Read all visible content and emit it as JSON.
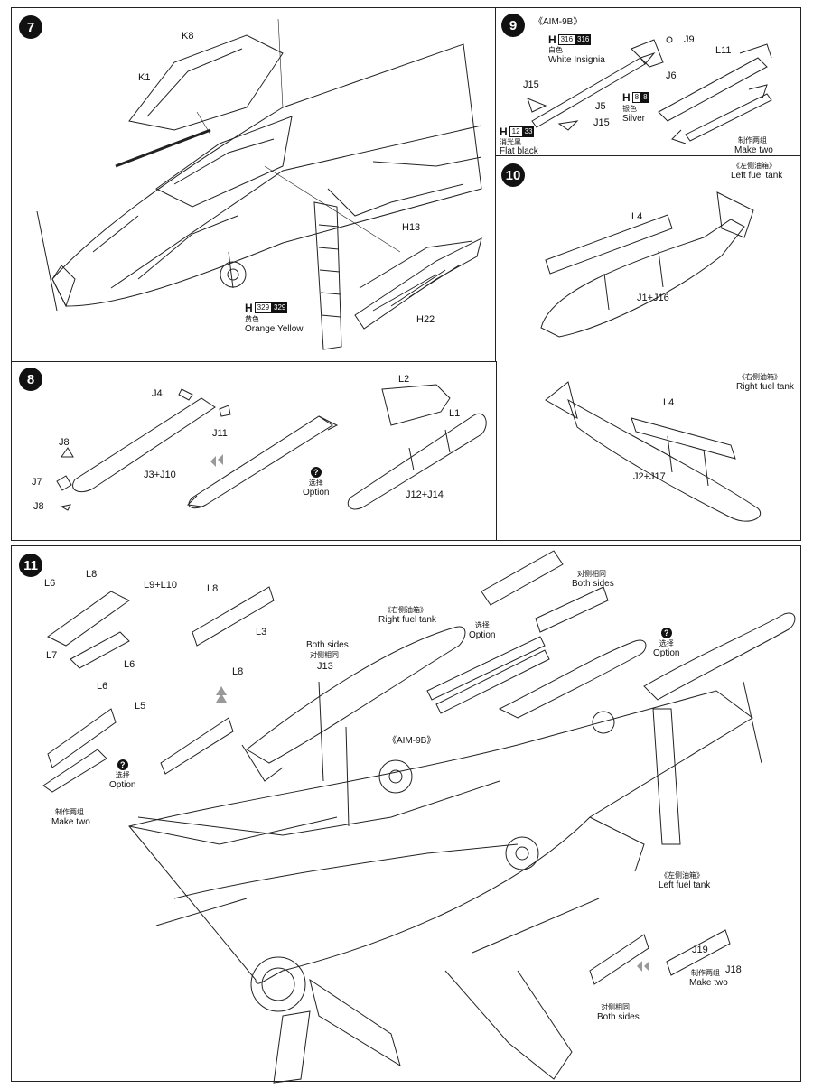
{
  "steps": {
    "s7": {
      "number": "7",
      "parts": [
        "K8",
        "K1",
        "H13",
        "H22"
      ],
      "paint": {
        "code": "H",
        "c1": "329",
        "c2": "329",
        "cn": "黄色",
        "en": "Orange Yellow"
      }
    },
    "s8": {
      "number": "8",
      "parts": [
        "J4",
        "J11",
        "J8",
        "J7",
        "J8",
        "J3+J10",
        "L2",
        "L1",
        "J12+J14"
      ],
      "option": {
        "cn": "选择",
        "en": "Option"
      }
    },
    "s9": {
      "number": "9",
      "title": "《AIM-9B》",
      "parts": [
        "J9",
        "J6",
        "J15",
        "J5",
        "J15",
        "L11"
      ],
      "paint_white": {
        "code": "H",
        "c1": "316",
        "c2": "316",
        "cn": "白色",
        "en": "White Insignia"
      },
      "paint_silver": {
        "code": "H",
        "c1": "8",
        "c2": "8",
        "cn": "银色",
        "en": "Silver"
      },
      "paint_black": {
        "code": "H",
        "c1": "12",
        "c2": "33",
        "cn": "消光黑",
        "en": "Flat black"
      },
      "make_two": {
        "cn": "制作两组",
        "en": "Make two"
      }
    },
    "s10": {
      "number": "10",
      "left_tank": {
        "cn": "《左侧油箱》",
        "en": "Left fuel tank"
      },
      "right_tank": {
        "cn": "《右侧油箱》",
        "en": "Right fuel tank"
      },
      "parts": [
        "L4",
        "J1+J16",
        "L4",
        "J2+J17"
      ]
    },
    "s11": {
      "number": "11",
      "parts": [
        "L8",
        "L9+L10",
        "L6",
        "L6",
        "L7",
        "L6",
        "L8",
        "L3",
        "L8",
        "L5",
        "J13",
        "J19",
        "J18"
      ],
      "option": {
        "cn": "选择",
        "en": "Option"
      },
      "make_two": {
        "cn": "制作两组",
        "en": "Make two"
      },
      "right_tank": {
        "cn": "《右侧油箱》",
        "en": "Right fuel tank"
      },
      "left_tank": {
        "cn": "《左侧油箱》",
        "en": "Left fuel tank"
      },
      "both_sides": {
        "cn": "对侧相同",
        "en": "Both sides"
      },
      "aim9b": "《AIM-9B》"
    }
  }
}
